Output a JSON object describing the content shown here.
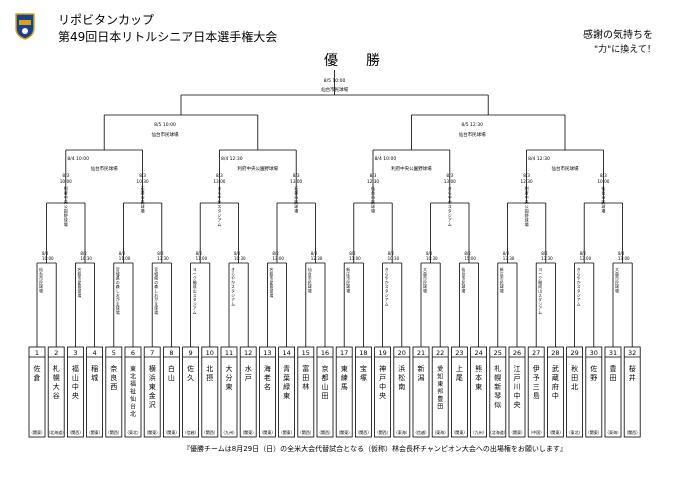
{
  "header": {
    "sponsor": "リポビタンカップ",
    "title": "第49回日本リトルシニア日本選手権大会",
    "slogan_line1": "感謝の気持ちを",
    "slogan_line2": "\"力\"に換えて！",
    "final_label": "優　勝"
  },
  "final": {
    "date": "8/5 10:00",
    "venue": "仙台市民球場"
  },
  "semifinals": [
    {
      "date": "8/5 10:00",
      "venue": "仙台市民球場"
    },
    {
      "date": "8/5 12:30",
      "venue": "仙台市民球場"
    }
  ],
  "quarterfinals": [
    {
      "date": "8/4 10:00",
      "venue": "仙台市民球場"
    },
    {
      "date": "8/4 12:30",
      "venue": "利府中央公園野球場"
    },
    {
      "date": "8/4 10:00",
      "venue": "利府中央公園野球場"
    },
    {
      "date": "8/4 12:30",
      "venue": "仙台市民球場"
    }
  ],
  "round16": [
    {
      "date": "8/3 10:00",
      "venue": "利府中央公園野球場"
    },
    {
      "date": "8/3 10:30",
      "venue": "石巻市民球場"
    },
    {
      "date": "8/3 13:00",
      "venue": "きらやかスタジアム"
    },
    {
      "date": "8/3 13:00",
      "venue": "石巻市民球場"
    },
    {
      "date": "8/3 12:30",
      "venue": "仙台市民球場"
    },
    {
      "date": "8/3 13:00",
      "venue": "きらやかスタジアム"
    },
    {
      "date": "8/3 12:30",
      "venue": "利府中央公園野球場"
    },
    {
      "date": "8/3 10:00",
      "venue": "仙台市民球場"
    }
  ],
  "round32": [
    {
      "date": "8/2 10:00",
      "venue": "仙台市民球場"
    },
    {
      "date": "8/2 10:30",
      "venue": "名取市愛島球場"
    },
    {
      "date": "8/2 11:00",
      "venue": "宮城県の森しおがま球場"
    },
    {
      "date": "8/2 13:30",
      "venue": "宮城県の森しおがま球場"
    },
    {
      "date": "8/2 11:00",
      "venue": "ヨーク開成山スタジアム"
    },
    {
      "date": "8/2 10:30",
      "venue": "きらやかスタジアム"
    },
    {
      "date": "8/2 13:00",
      "venue": "名取市愛島球場"
    },
    {
      "date": "8/2 12:30",
      "venue": "仙台市民球場"
    },
    {
      "date": "8/2 11:00",
      "venue": "新庄市民球場"
    },
    {
      "date": "8/2 10:30",
      "venue": "きらやかスタジアム"
    },
    {
      "date": "8/2 10:30",
      "venue": "大曲市民球場"
    },
    {
      "date": "8/2 15:00",
      "venue": "仙台市民球場"
    },
    {
      "date": "8/2 13:30",
      "venue": "新庄市民球場"
    },
    {
      "date": "8/2 13:30",
      "venue": "ヨーク開成山スタジアム"
    },
    {
      "date": "8/2 13:00",
      "venue": "きらやかスタジアム"
    },
    {
      "date": "8/2 13:00",
      "venue": "大曲市民球場"
    }
  ],
  "teams": [
    {
      "num": "1",
      "name": "佐倉",
      "region": "関東"
    },
    {
      "num": "2",
      "name": "札幌大谷",
      "region": "北海道"
    },
    {
      "num": "3",
      "name": "福山中央",
      "region": "関西"
    },
    {
      "num": "4",
      "name": "稲城",
      "region": "関東"
    },
    {
      "num": "5",
      "name": "奈良西",
      "region": "関西"
    },
    {
      "num": "6",
      "name": "東北福祉仙台北",
      "region": "東北"
    },
    {
      "num": "7",
      "name": "横浜東金沢",
      "region": "関東"
    },
    {
      "num": "8",
      "name": "白山",
      "region": "関東"
    },
    {
      "num": "9",
      "name": "佐久",
      "region": "信越"
    },
    {
      "num": "10",
      "name": "北摂",
      "region": "関西"
    },
    {
      "num": "11",
      "name": "大分東",
      "region": "九州"
    },
    {
      "num": "12",
      "name": "水戸",
      "region": "関東"
    },
    {
      "num": "13",
      "name": "海老名",
      "region": "関東"
    },
    {
      "num": "14",
      "name": "青葉緑東",
      "region": "関東"
    },
    {
      "num": "15",
      "name": "富田林",
      "region": "関西"
    },
    {
      "num": "16",
      "name": "京都山田",
      "region": "関西"
    },
    {
      "num": "17",
      "name": "東練馬",
      "region": "関東"
    },
    {
      "num": "18",
      "name": "宝塚",
      "region": "関西"
    },
    {
      "num": "19",
      "name": "神戸中央",
      "region": "関西"
    },
    {
      "num": "20",
      "name": "浜松南",
      "region": "東海"
    },
    {
      "num": "21",
      "name": "新潟",
      "region": "信越"
    },
    {
      "num": "22",
      "name": "愛知東邦豊田",
      "region": "東海"
    },
    {
      "num": "23",
      "name": "上尾",
      "region": "関東"
    },
    {
      "num": "24",
      "name": "熊本東",
      "region": "九州"
    },
    {
      "num": "25",
      "name": "札幌新琴似",
      "region": "北海道"
    },
    {
      "num": "26",
      "name": "江戸川中央",
      "region": "関東"
    },
    {
      "num": "27",
      "name": "伊予三島",
      "region": "中国"
    },
    {
      "num": "28",
      "name": "武蔵府中",
      "region": "関東"
    },
    {
      "num": "29",
      "name": "秋田北",
      "region": "東北"
    },
    {
      "num": "30",
      "name": "佐野",
      "region": "関東"
    },
    {
      "num": "31",
      "name": "豊田",
      "region": "東海"
    },
    {
      "num": "32",
      "name": "桜井",
      "region": "関西"
    }
  ],
  "footer_note": "『優勝チームは8月29日（日）の全米大会代替試合となる（仮称）林会長杯チャンピオン大会への出場権をお願いします』",
  "colors": {
    "line": "#000000",
    "logo_blue": "#1e3f8a",
    "logo_gold": "#d4a514"
  }
}
